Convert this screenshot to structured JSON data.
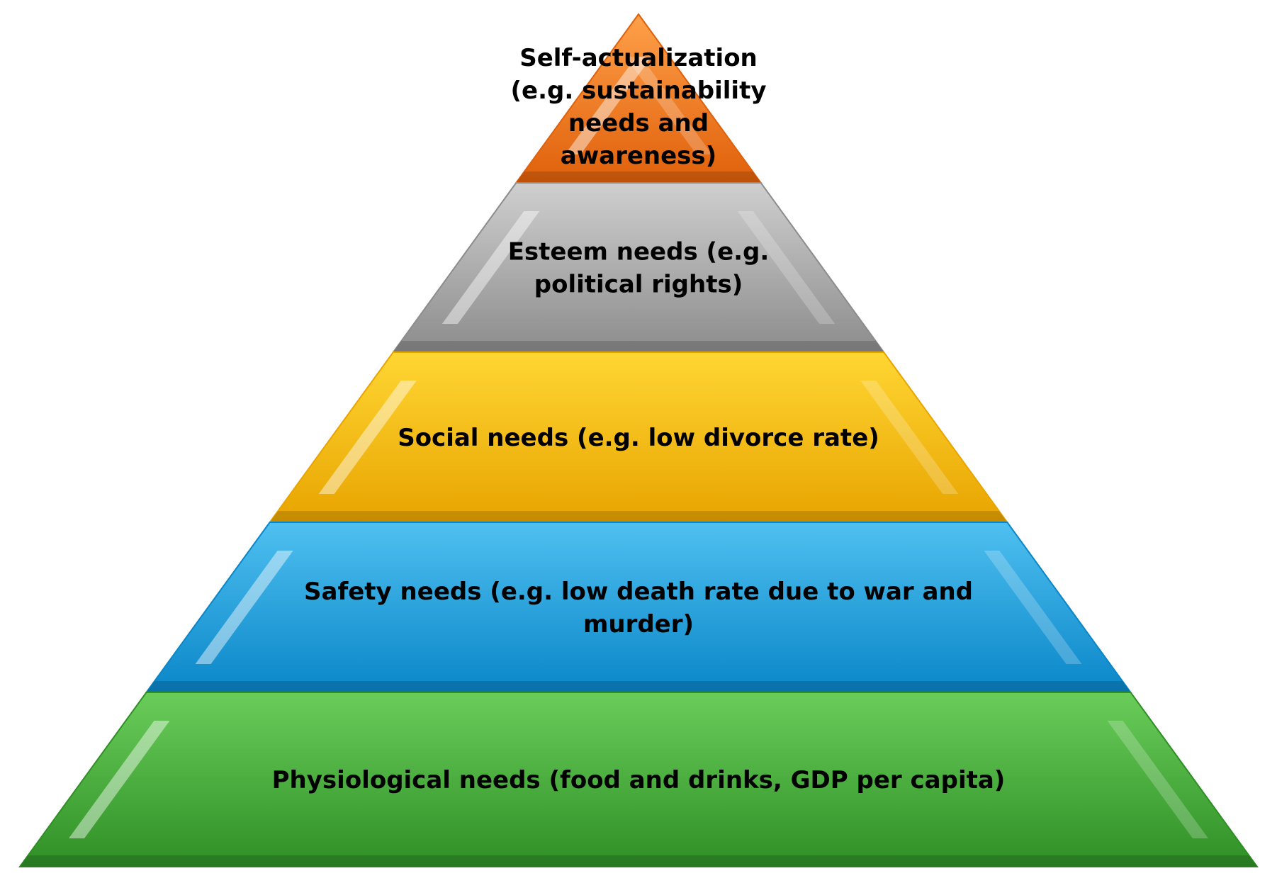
{
  "pyramid": {
    "tiers": [
      {
        "name": "self-actualization",
        "lines": [
          "Self-actualization",
          "(e.g. sustainability",
          "needs and",
          "awareness)"
        ],
        "color_light": "#FFA04A",
        "color_dark": "#E0600A"
      },
      {
        "name": "esteem",
        "lines": [
          "Esteem needs (e.g.",
          "political rights)"
        ],
        "color_light": "#CFCFCF",
        "color_dark": "#8C8C8C"
      },
      {
        "name": "social",
        "lines": [
          "Social needs (e.g. low divorce rate)"
        ],
        "color_light": "#FFD633",
        "color_dark": "#E8A400"
      },
      {
        "name": "safety",
        "lines": [
          "Safety needs (e.g. low death rate due to war and",
          "murder)"
        ],
        "color_light": "#4FC0F0",
        "color_dark": "#0A86C8"
      },
      {
        "name": "physiological",
        "lines": [
          "Physiological needs (food and drinks, GDP per capita)"
        ],
        "color_light": "#6ACD5A",
        "color_dark": "#2F8F26"
      }
    ]
  }
}
